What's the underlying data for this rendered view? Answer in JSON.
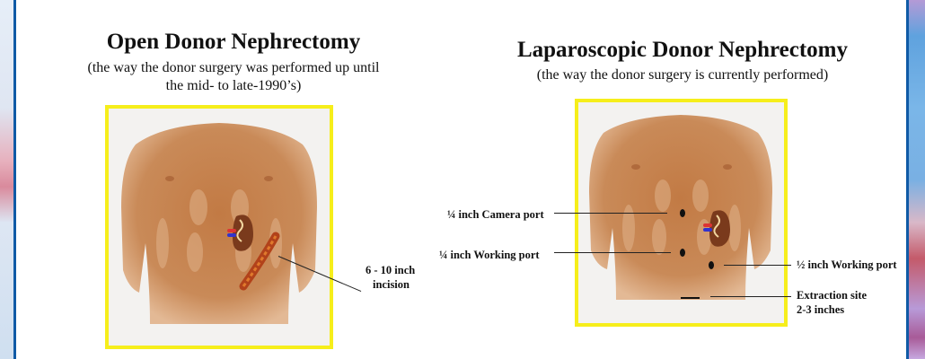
{
  "left_panel": {
    "title": "Open Donor Nephrectomy",
    "subtitle_line1": "(the way the donor surgery was performed up until",
    "subtitle_line2": "the mid- to late-1990’s)",
    "annotations": [
      {
        "line1": "6 - 10 inch",
        "line2": "incision"
      }
    ]
  },
  "right_panel": {
    "title": "Laparoscopic Donor Nephrectomy",
    "subtitle": "(the way the donor surgery is currently performed)",
    "annotations": [
      {
        "label": "¼ inch Camera port"
      },
      {
        "label": "¼ inch Working port"
      },
      {
        "label": "½ inch Working port"
      },
      {
        "line1": "Extraction site",
        "line2": "2-3 inches"
      }
    ]
  },
  "colors": {
    "frame": "#f6ee1b",
    "skin": "#c47a45",
    "border_blue": "#0f5aa6"
  }
}
